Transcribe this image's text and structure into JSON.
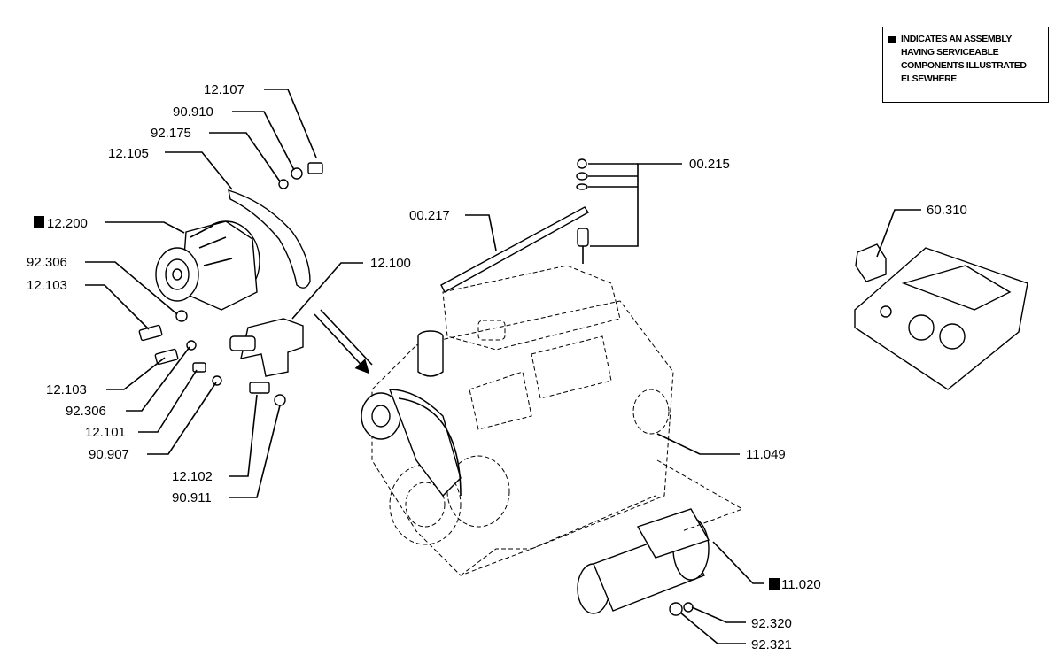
{
  "legend": {
    "lines": [
      "INDICATES AN ASSEMBLY",
      "HAVING SERVICEABLE",
      "COMPONENTS ILLUSTRATED",
      "ELSEWHERE"
    ]
  },
  "callouts": {
    "c12107": "12.107",
    "c90910": "90.910",
    "c92175": "92.175",
    "c12105": "12.105",
    "c12200": "12.200",
    "c92306a": "92.306",
    "c12103a": "12.103",
    "c12100": "12.100",
    "c12103b": "12.103",
    "c92306b": "92.306",
    "c12101": "12.101",
    "c90907": "90.907",
    "c12102": "12.102",
    "c90911": "90.911",
    "c00215": "00.215",
    "c00217": "00.217",
    "c60310": "60.310",
    "c11049": "11.049",
    "c11020": "11.020",
    "c92320": "92.320",
    "c92321": "92.321"
  }
}
